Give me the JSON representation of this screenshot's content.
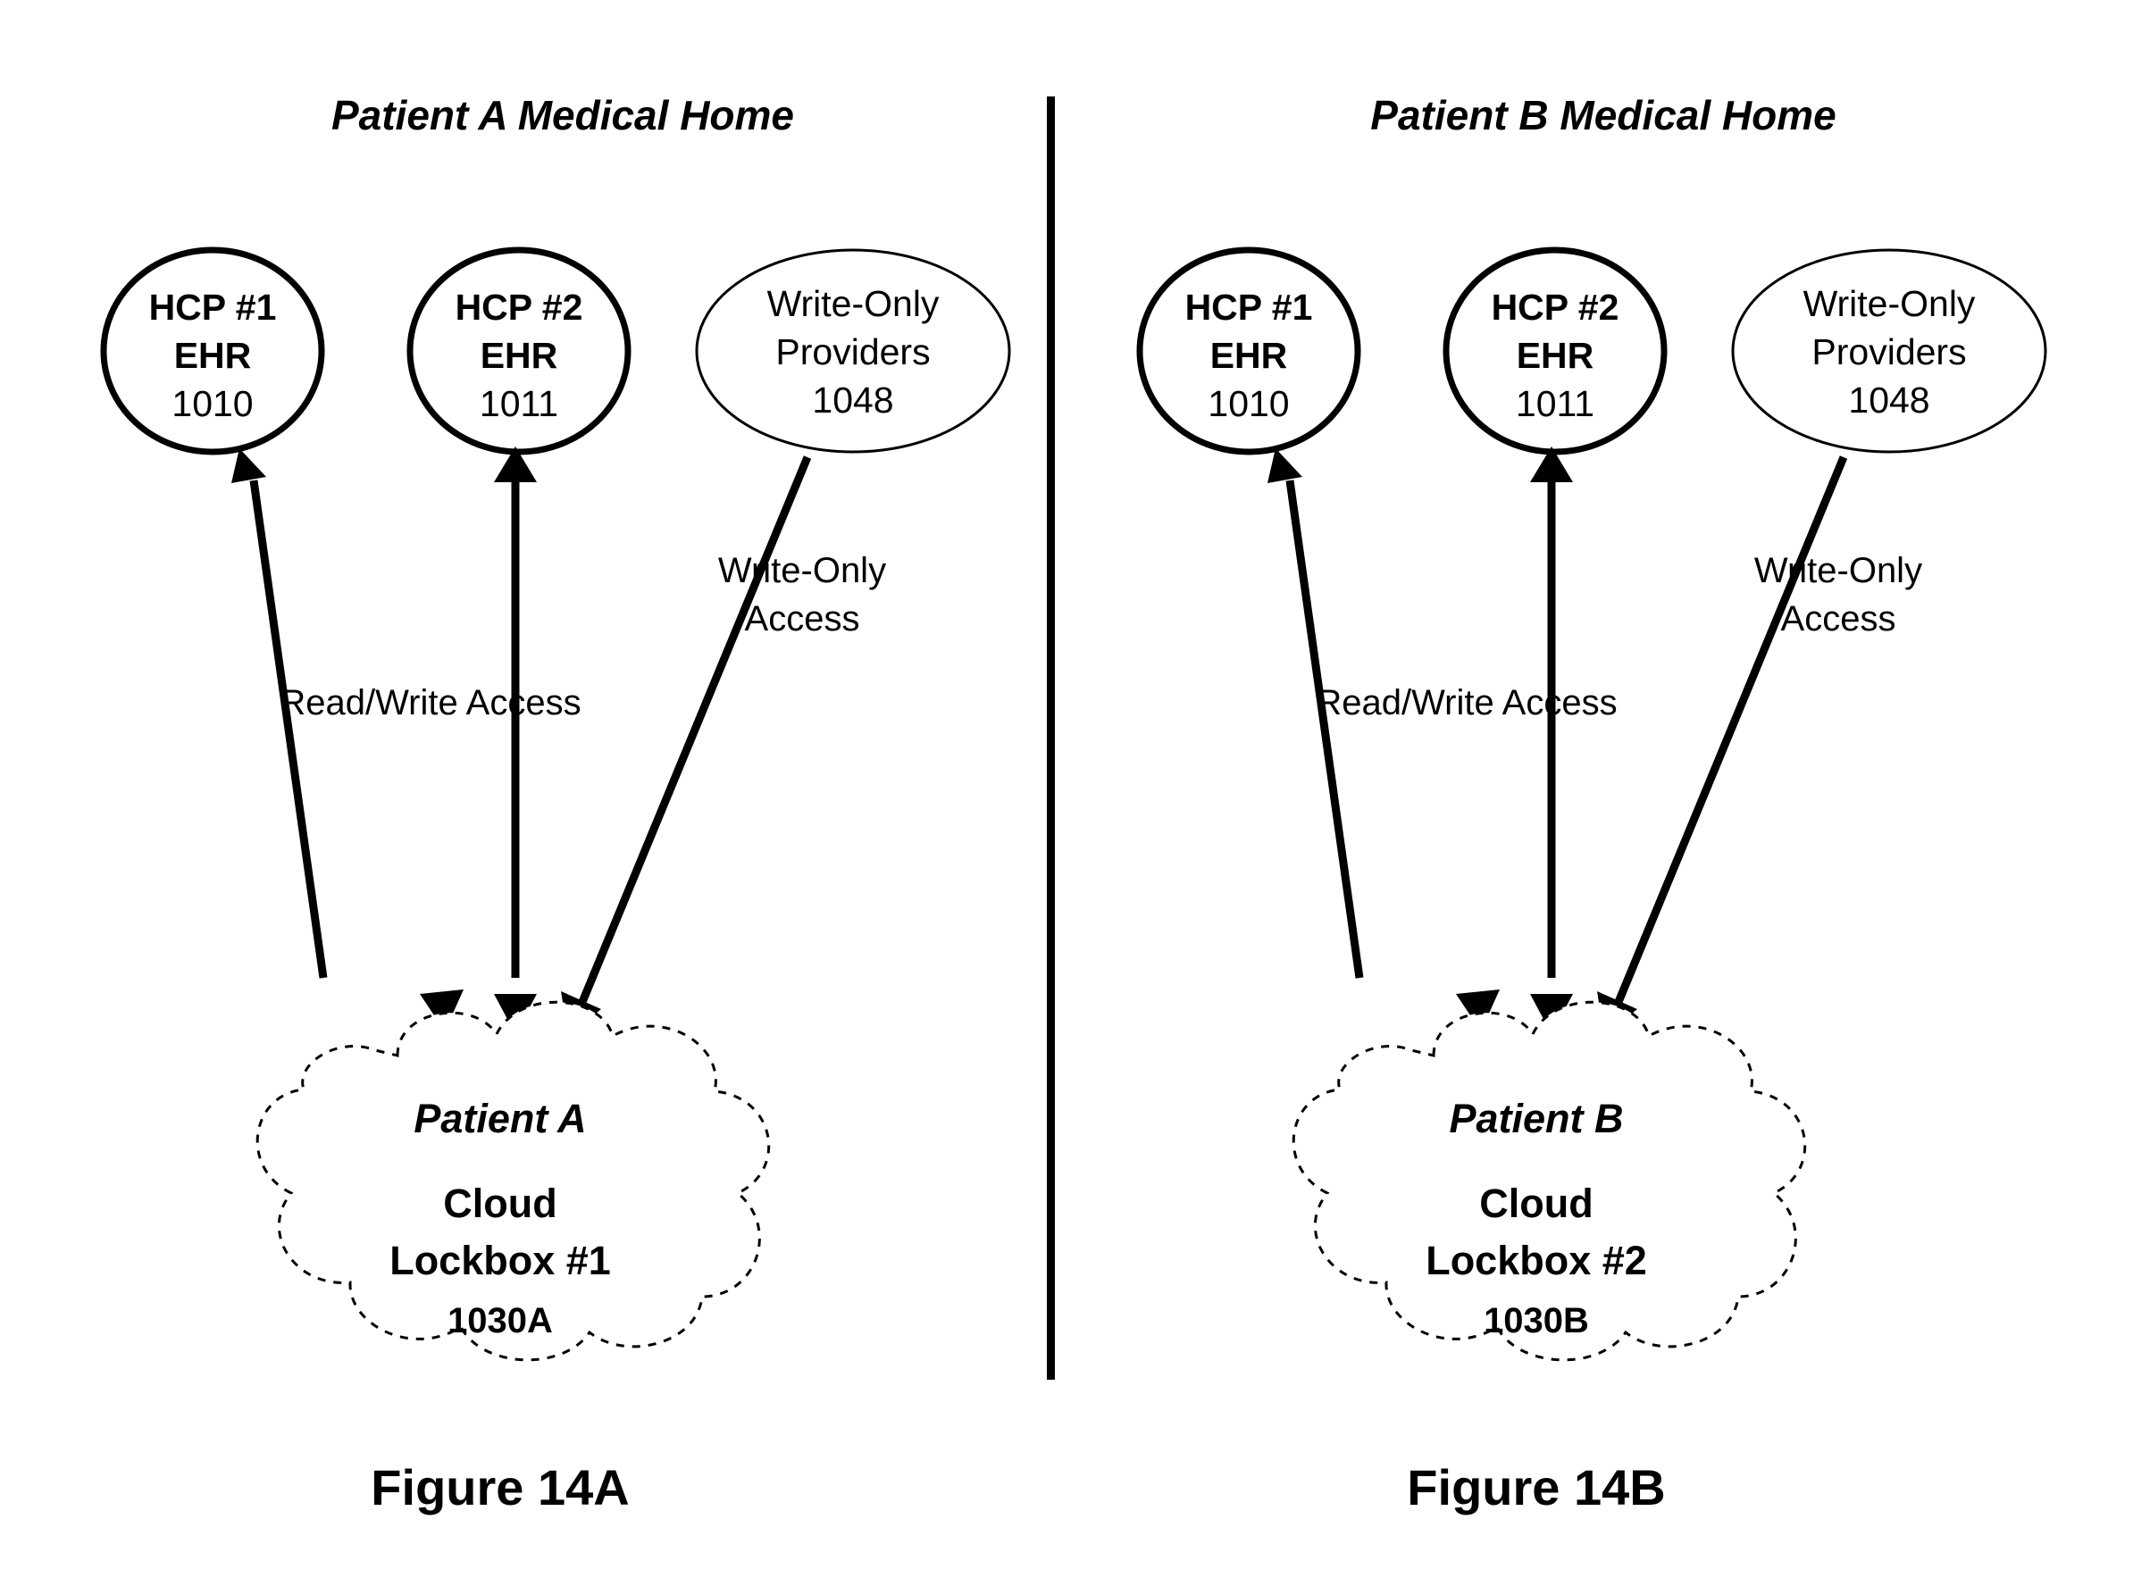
{
  "figure": {
    "kind": "patent-diagram",
    "background_color": "#ffffff",
    "ink_color": "#000000"
  },
  "panels": [
    {
      "id": "panel-a",
      "title": "Patient A Medical Home",
      "caption": "Figure 14A",
      "nodes": [
        {
          "id": "hcp1",
          "shape": "ellipse",
          "emphasis": "bold",
          "lines": [
            "HCP #1",
            "EHR",
            "1010"
          ]
        },
        {
          "id": "hcp2",
          "shape": "ellipse",
          "emphasis": "bold",
          "lines": [
            "HCP #2",
            "EHR",
            "1011"
          ]
        },
        {
          "id": "write-only-providers",
          "shape": "ellipse",
          "emphasis": "regular",
          "lines": [
            "Write-Only",
            "Providers",
            "1048"
          ]
        },
        {
          "id": "cloud-lockbox",
          "shape": "cloud",
          "title": "Patient A",
          "lines": [
            "Cloud",
            "Lockbox #1"
          ],
          "number": "1030A"
        }
      ],
      "edge_labels": {
        "read_write": "Read/Write Access",
        "write_only_line1": "Write-Only",
        "write_only_line2": "Access"
      }
    },
    {
      "id": "panel-b",
      "title": "Patient B Medical Home",
      "caption": "Figure 14B",
      "nodes": [
        {
          "id": "hcp1",
          "shape": "ellipse",
          "emphasis": "bold",
          "lines": [
            "HCP #1",
            "EHR",
            "1010"
          ]
        },
        {
          "id": "hcp2",
          "shape": "ellipse",
          "emphasis": "bold",
          "lines": [
            "HCP #2",
            "EHR",
            "1011"
          ]
        },
        {
          "id": "write-only-providers",
          "shape": "ellipse",
          "emphasis": "regular",
          "lines": [
            "Write-Only",
            "Providers",
            "1048"
          ]
        },
        {
          "id": "cloud-lockbox",
          "shape": "cloud",
          "title": "Patient B",
          "lines": [
            "Cloud",
            "Lockbox #2"
          ],
          "number": "1030B"
        }
      ],
      "edge_labels": {
        "read_write": "Read/Write Access",
        "write_only_line1": "Write-Only",
        "write_only_line2": "Access"
      }
    }
  ]
}
